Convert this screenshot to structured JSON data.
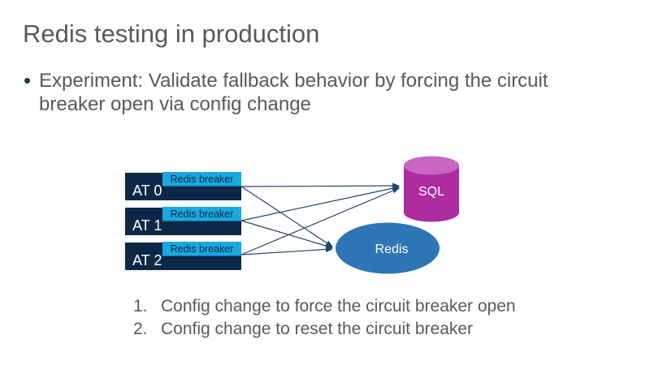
{
  "slide": {
    "title": "Redis testing in production",
    "bullet": {
      "lines": [
        "Experiment: Validate fallback behavior by forcing the circuit",
        "breaker open via config change"
      ]
    },
    "steps": [
      {
        "number": "1.",
        "text": "Config change to force the circuit breaker open"
      },
      {
        "number": "2.",
        "text": "Config change to reset the circuit breaker"
      }
    ]
  },
  "diagram": {
    "app_nodes": [
      {
        "label": "AT 0",
        "breaker": "Redis breaker"
      },
      {
        "label": "AT 1",
        "breaker": "Redis breaker"
      },
      {
        "label": "AT 2",
        "breaker": "Redis breaker"
      }
    ],
    "sql": {
      "label": "SQL"
    },
    "redis": {
      "label": "Redis"
    }
  },
  "colors": {
    "slide_text": "#595959",
    "bullet_dot": "#1F3864",
    "at_box_fill": "#0D2847",
    "breaker_fill": "#18A9E0",
    "breaker_text": "#0D2847",
    "node_label_text": "#FFFFFF",
    "sql_body_fill": "#AE2BA0",
    "sql_top_fill": "#C966C4",
    "redis_fill": "#2E75B6",
    "connector": "#24456F"
  }
}
